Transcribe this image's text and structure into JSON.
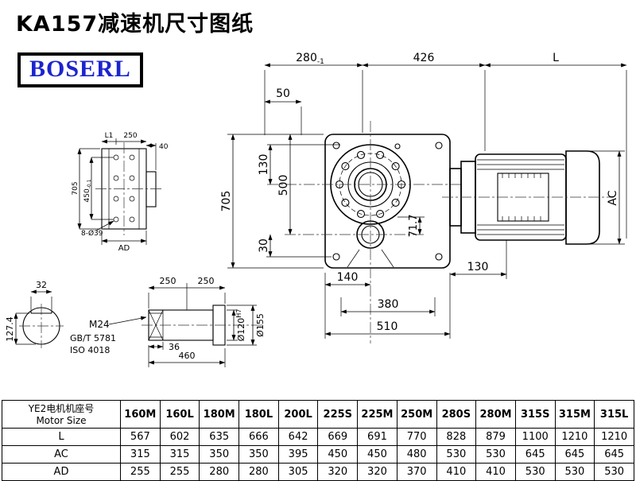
{
  "page": {
    "title": "KA157减速机尺寸图纸",
    "logo": "BOSERL"
  },
  "drawing": {
    "main_dims": {
      "w280": "280",
      "w280_tol": "-1",
      "w50": "50",
      "w426": "426",
      "wL": "L",
      "h705": "705",
      "h130": "130",
      "h500": "500",
      "h30": "30",
      "b140": "140",
      "b380": "380",
      "b510": "510",
      "v71_7": "71.7",
      "r130": "130",
      "hAC": "AC"
    },
    "flange_dims": {
      "L1": "L1",
      "w250": "250",
      "w40": "40",
      "h705": "705",
      "h450": "450",
      "h450_tol": "-0.1",
      "bAD": "AD",
      "holes": "8-Ø39"
    },
    "shaft_end_dims": {
      "w32": "32",
      "h127": "127.4"
    },
    "shaft_dims": {
      "l250a": "250",
      "l250b": "250",
      "thread": "M24",
      "std1": "GB/T 5781",
      "std2": "ISO 4018",
      "l36": "36",
      "l460": "460",
      "d120": "Ø120",
      "d120_sup": "H7",
      "d155": "Ø155"
    }
  },
  "table": {
    "header_cn": "YE2电机机座号",
    "header_en": "Motor Size",
    "columns": [
      "160M",
      "160L",
      "180M",
      "180L",
      "200L",
      "225S",
      "225M",
      "250M",
      "280S",
      "280M",
      "315S",
      "315M",
      "315L"
    ],
    "rows": [
      {
        "label": "L",
        "values": [
          "567",
          "602",
          "635",
          "666",
          "642",
          "669",
          "691",
          "770",
          "828",
          "879",
          "1100",
          "1210",
          "1210"
        ]
      },
      {
        "label": "AC",
        "values": [
          "315",
          "315",
          "350",
          "350",
          "395",
          "450",
          "450",
          "480",
          "530",
          "530",
          "645",
          "645",
          "645"
        ]
      },
      {
        "label": "AD",
        "values": [
          "255",
          "255",
          "280",
          "280",
          "305",
          "320",
          "320",
          "370",
          "410",
          "410",
          "530",
          "530",
          "530"
        ]
      }
    ]
  }
}
